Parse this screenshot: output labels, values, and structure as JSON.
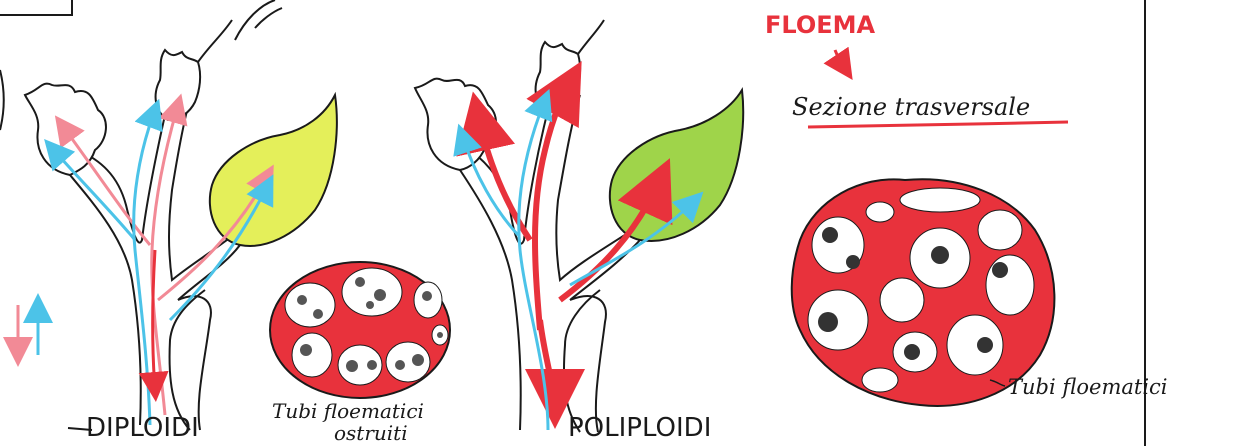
{
  "labels": {
    "floema": "FLOEMA",
    "sezione": "Sezione trasversale",
    "diploidi": "DIPLOIDI",
    "poliploidi": "POLIPLOIDI",
    "tubi_ostruiti_line1": "Tubi floematici",
    "tubi_ostruiti_line2": "ostruiti",
    "tubi_floematici": "Tubi floematici"
  },
  "colors": {
    "phloem_red": "#e8323c",
    "xylem_blue": "#4cc3e8",
    "pink_arrow": "#f28a96",
    "leaf_yellow": "#e4ef5a",
    "leaf_green": "#9fd44a",
    "outline": "#1a1a1a",
    "cell_gray": "#555555"
  },
  "icons": {
    "legend": [
      "down-arrow-pink-icon",
      "up-arrow-blue-icon"
    ],
    "pointer": "down-arrow-red-icon"
  }
}
